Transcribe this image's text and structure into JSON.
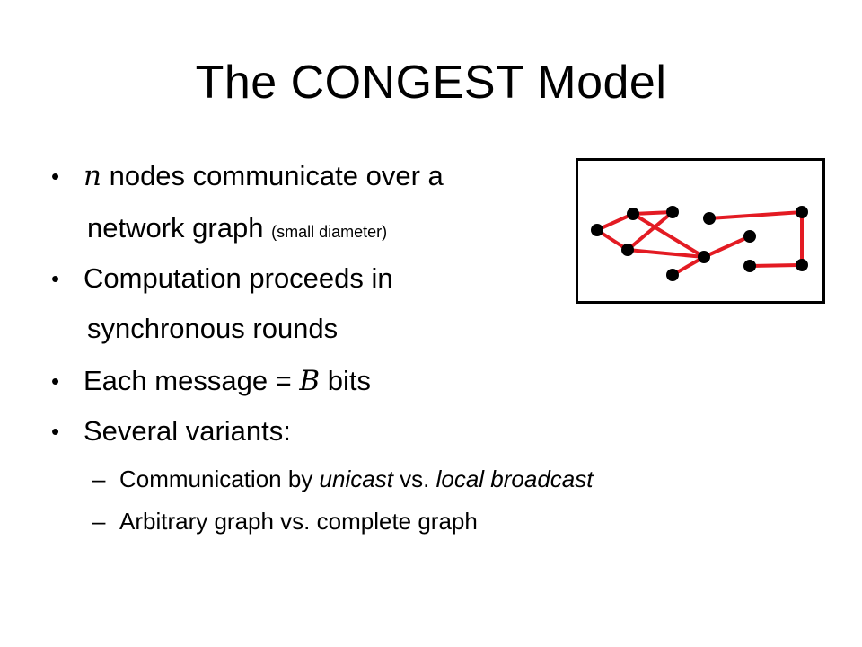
{
  "slide": {
    "title": "The CONGEST Model",
    "bullets": [
      {
        "math_n": "n",
        "text_1": " nodes communicate over a",
        "text_2": "network graph",
        "small": "(small diameter)"
      },
      {
        "text_1": "Computation proceeds in",
        "text_2": "synchronous rounds"
      },
      {
        "text_pre": "Each message = ",
        "math_B": "B",
        "text_post": " bits"
      },
      {
        "text": "Several variants:",
        "subs": [
          {
            "dash": "–",
            "pre": "Communication by ",
            "italic_1": "unicast",
            "mid": " vs. ",
            "italic_2": "local broadcast"
          },
          {
            "dash": "–",
            "text": "Arbitrary graph vs. complete graph"
          }
        ]
      }
    ],
    "bullet_char": "•",
    "graph": {
      "edge_color": "#e31b23",
      "node_color": "#000000"
    }
  }
}
